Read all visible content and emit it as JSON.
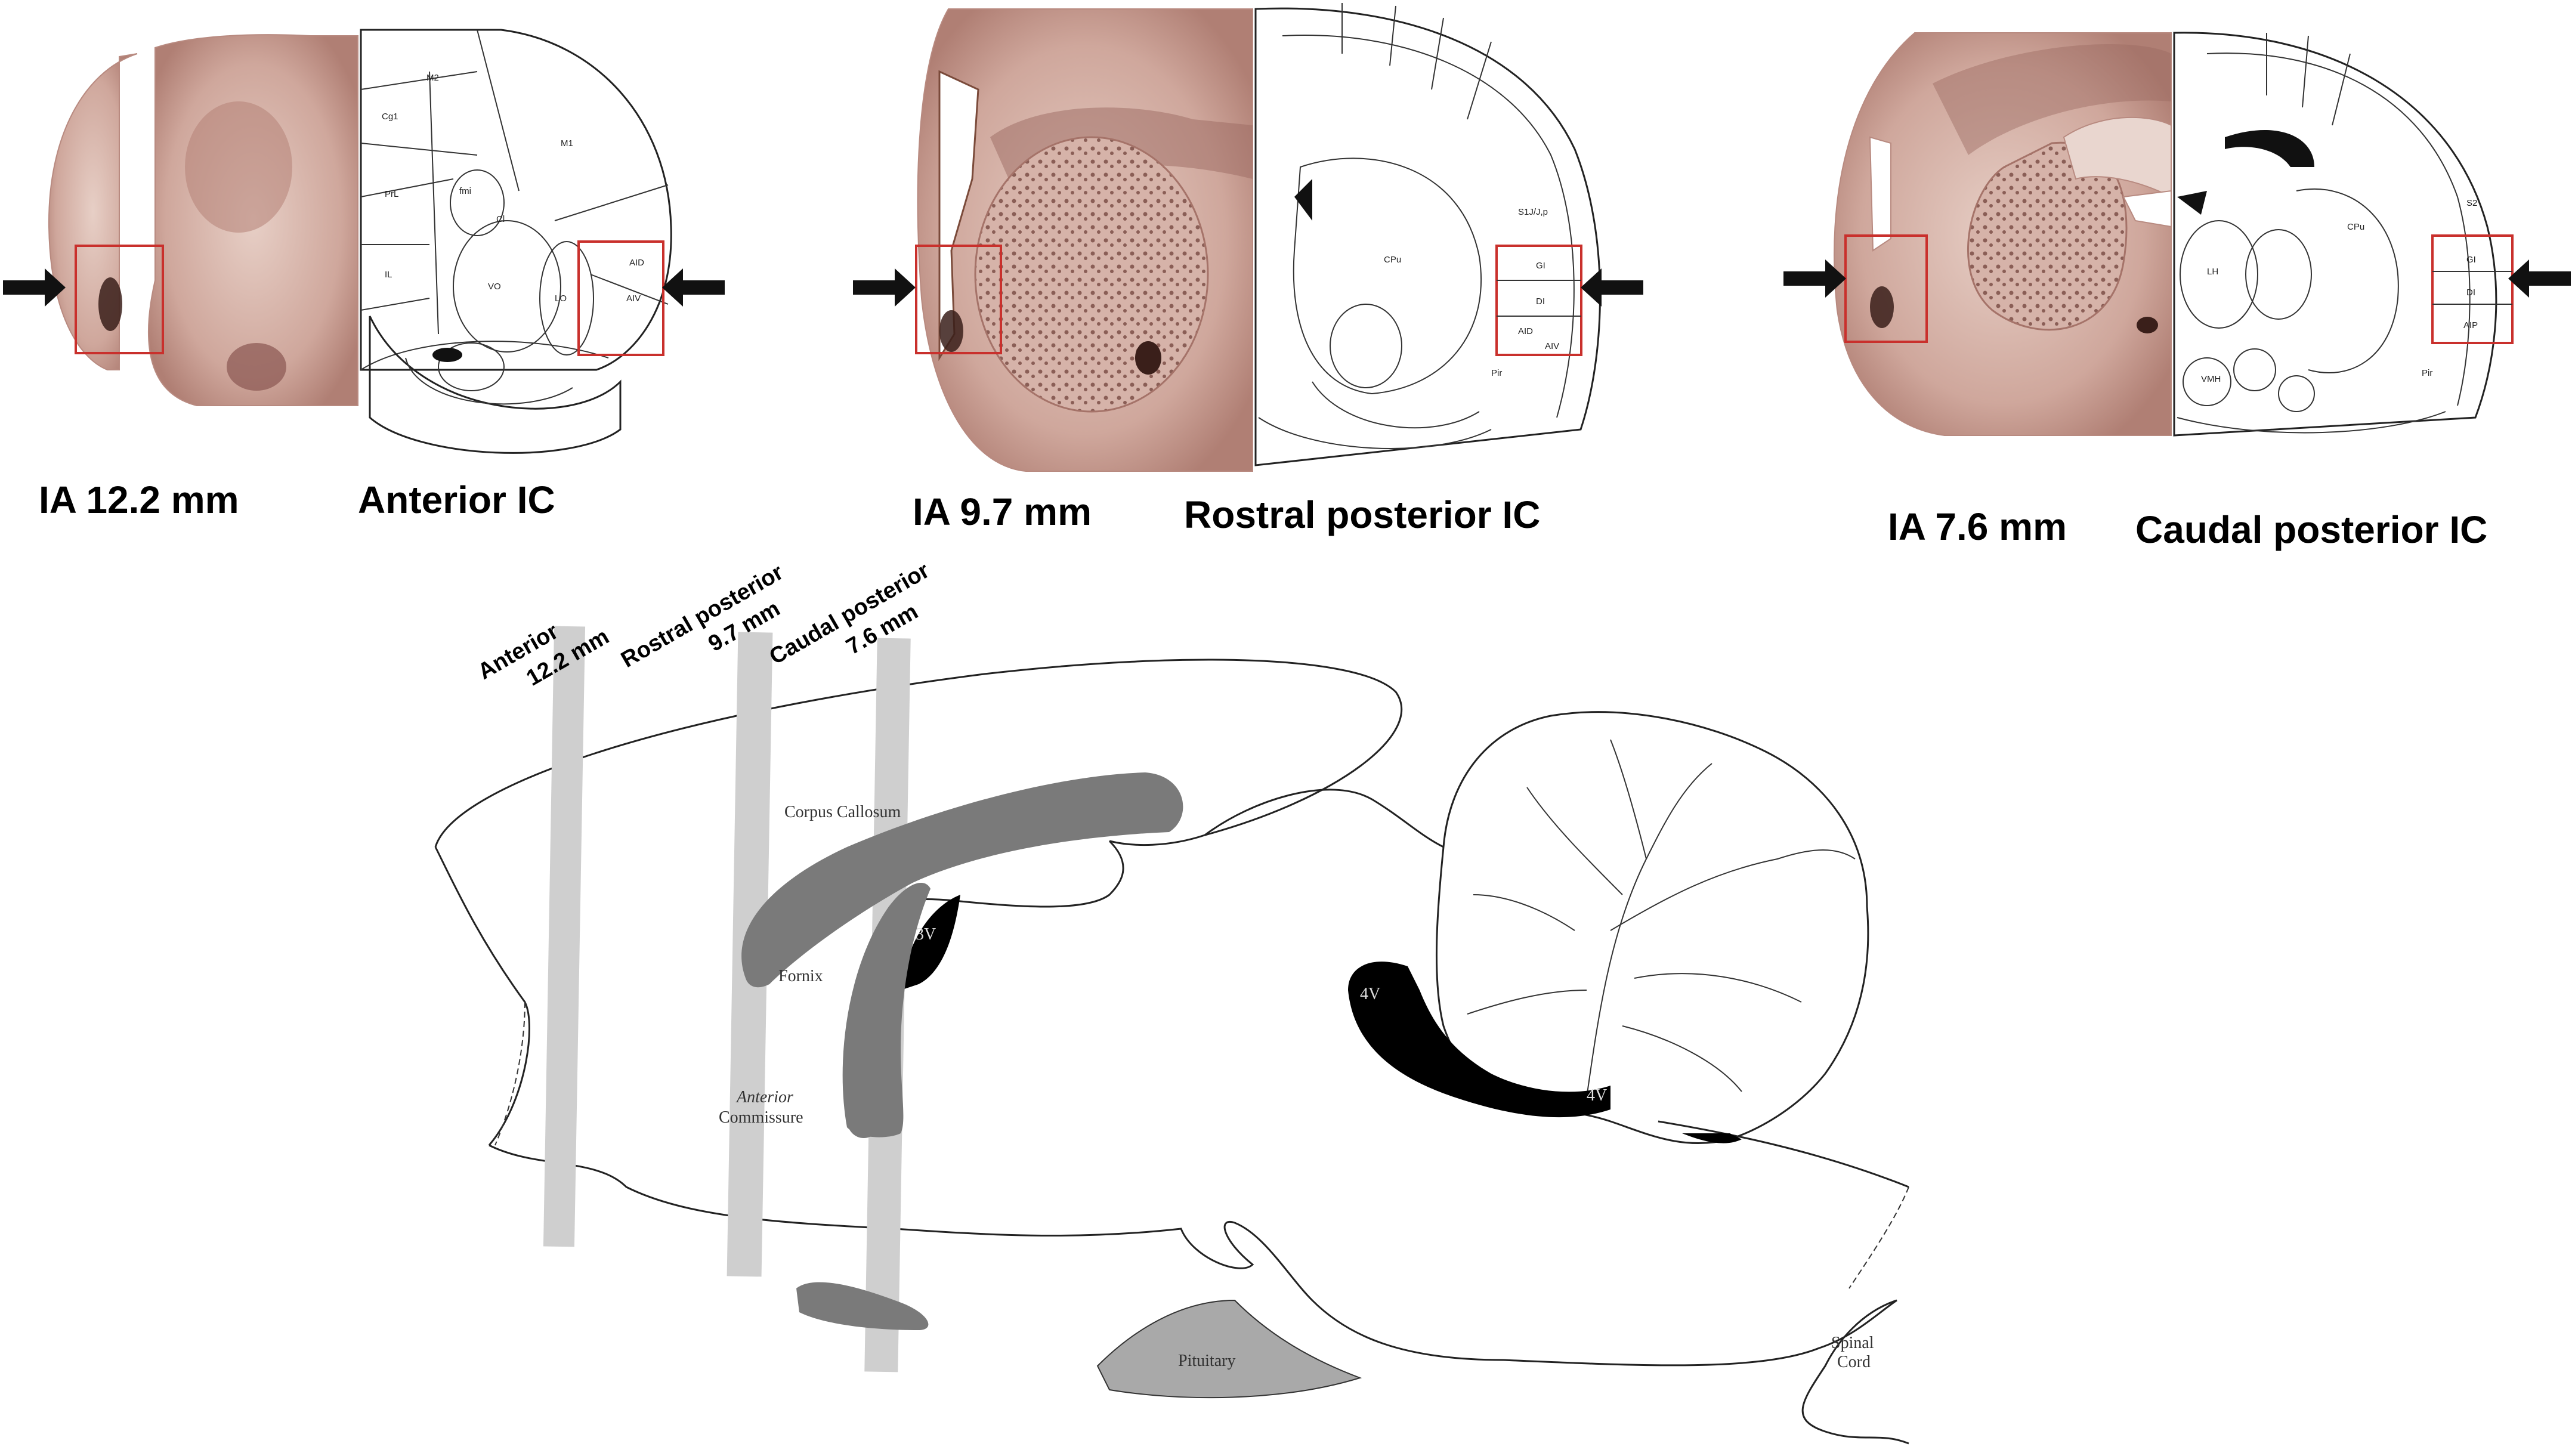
{
  "panels": [
    {
      "ia_label": "IA 12.2 mm",
      "region_label": "Anterior IC",
      "atlas_regions": [
        "M2",
        "Cg1",
        "M1",
        "PrL",
        "fmi",
        "Cl",
        "IL",
        "AID",
        "VO",
        "LO",
        "AIV"
      ]
    },
    {
      "ia_label": "IA 9.7 mm",
      "region_label": "Rostral posterior IC",
      "atlas_regions": [
        "S1J/J,p",
        "CPu",
        "GI",
        "DI",
        "AID",
        "AIV",
        "Pir"
      ]
    },
    {
      "ia_label": "IA 7.6 mm",
      "region_label": "Caudal posterior IC",
      "atlas_regions": [
        "S2",
        "CPu",
        "GI",
        "DI",
        "AIP",
        "Pir",
        "LH",
        "VMH"
      ]
    }
  ],
  "sagittal": {
    "slice_planes": [
      {
        "line1": "Anterior",
        "line2": "12.2 mm"
      },
      {
        "line1": "Rostral posterior",
        "line2": "9.7 mm"
      },
      {
        "line1": "Caudal posterior",
        "line2": "7.6 mm"
      }
    ],
    "labels": {
      "corpus_callosum": "Corpus Callosum",
      "fornix": "Fornix",
      "anterior_commissure_1": "Anterior",
      "anterior_commissure_2": "Commissure",
      "third_ventricle": "3V",
      "fourth_ventricle": "4V",
      "fourth_ventricle_lower": "4V",
      "pituitary": "Pituitary",
      "spinal_cord_1": "Spinal",
      "spinal_cord_2": "Cord"
    }
  },
  "colors": {
    "tissue": "#c79a8f",
    "tissue_dark": "#8d5b55",
    "roi_box": "#c9302c",
    "white_matter": "#7a7a7a",
    "slice_plane": "#cfcfcf",
    "pituitary": "#a9a9a9"
  }
}
